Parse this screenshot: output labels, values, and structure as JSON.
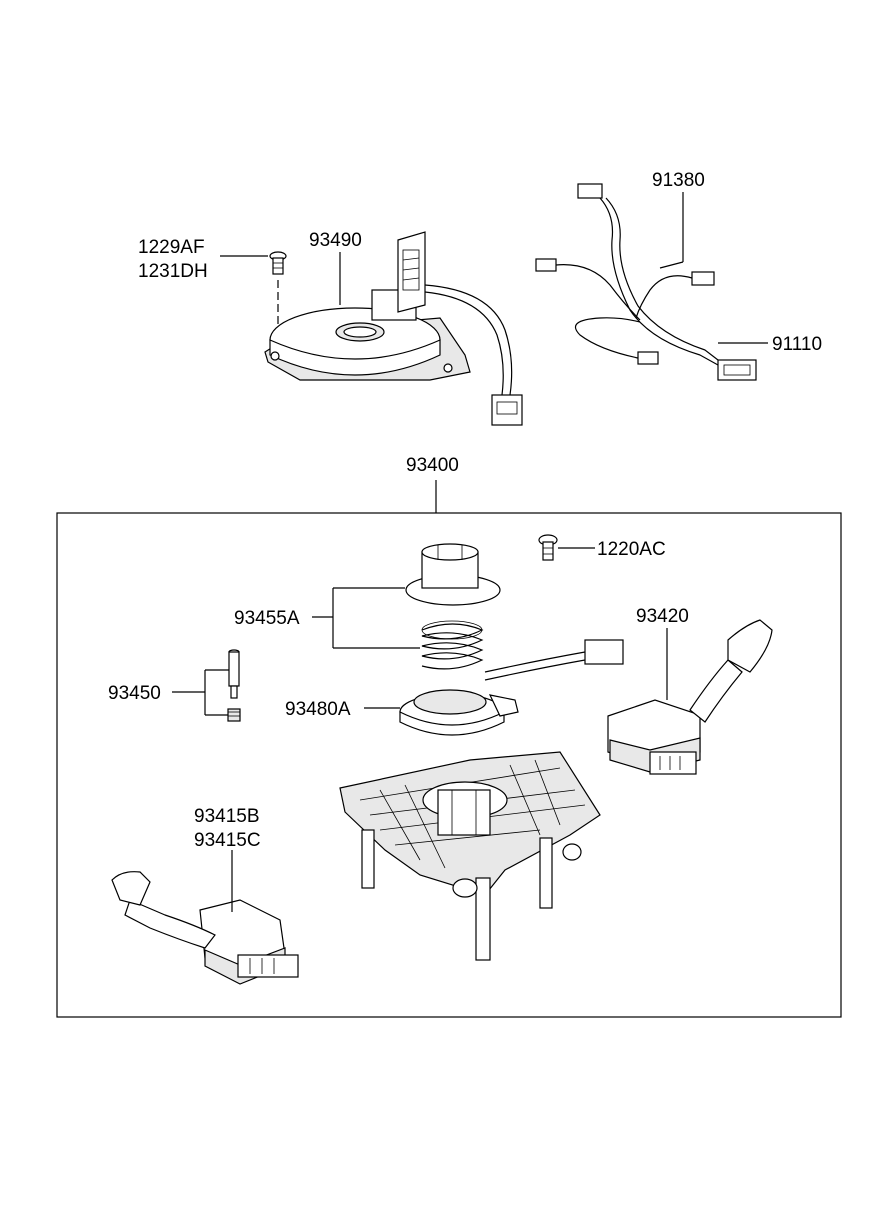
{
  "labels": {
    "p1229AF": "1229AF",
    "p1231DH": "1231DH",
    "p93490": "93490",
    "p91380": "91380",
    "p91110": "91110",
    "p93400": "93400",
    "p1220AC": "1220AC",
    "p93455A": "93455A",
    "p93420": "93420",
    "p93450": "93450",
    "p93480A": "93480A",
    "p93415B": "93415B",
    "p93415C": "93415C"
  }
}
